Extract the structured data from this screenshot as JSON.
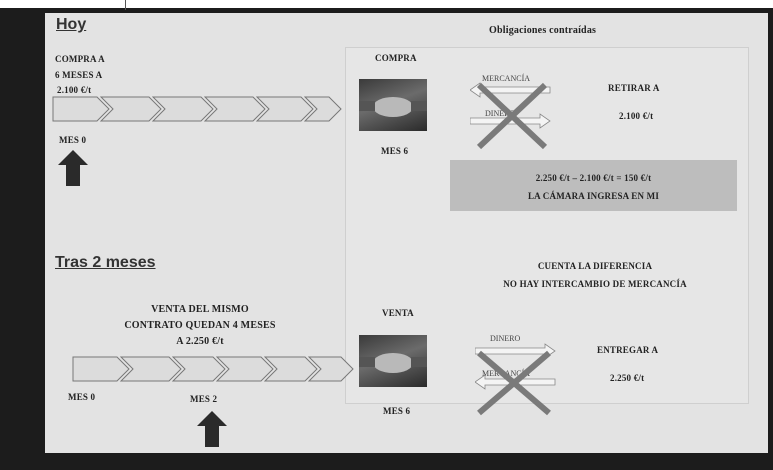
{
  "top_section": {
    "header": "Hoy",
    "buy_note": [
      "COMPRA A",
      "6 MESES A",
      "2.100 €/t"
    ],
    "month_label": "MES 0"
  },
  "obligations": {
    "title": "Obligaciones contraídas",
    "buy_label": "COMPRA",
    "month6_top": "MES 6",
    "goods_label": "MERCANCÍA",
    "money_label_top": "DINERO",
    "withdraw_line1": "RETIRAR A",
    "withdraw_line2": "2.100 €/t",
    "calc_line1": "2.250 €/t –  2.100 €/t  = 150 €/t",
    "calc_line2": "LA CÁMARA INGRESA EN MI",
    "diff_line1": "CUENTA LA DIFERENCIA",
    "diff_line2": "NO HAY INTERCAMBIO DE MERCANCÍA",
    "sell_label": "VENTA",
    "money_label_bottom": "DINERO",
    "goods_label_bottom": "MERCANCÍA",
    "deliver_line1": "ENTREGAR A",
    "deliver_line2": "2.250 €/t",
    "month6_bottom": "MES 6"
  },
  "bottom_section": {
    "header": "Tras 2 meses",
    "sale_note": [
      "VENTA DEL MISMO",
      "CONTRATO QUEDAN 4 MESES",
      "A 2.250 €/t"
    ],
    "month0_label": "MES 0",
    "month2_label": "MES 2"
  },
  "colors": {
    "frame": "#1c1c1c",
    "panel": "#e3e3e3",
    "calc_box": "#bdbdbd",
    "cross": "#7a7a7a",
    "arrow": "#2a2a2a"
  }
}
